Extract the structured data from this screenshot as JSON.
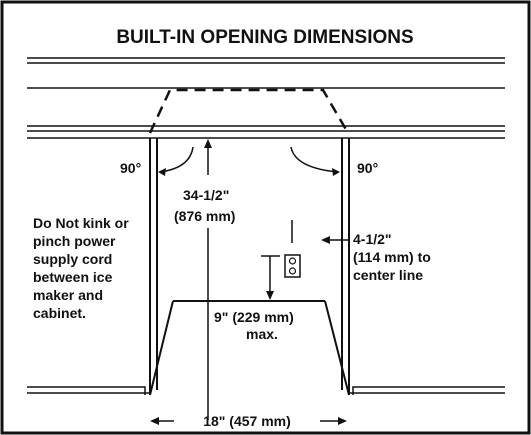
{
  "title": "BUILT-IN OPENING DIMENSIONS",
  "labels": {
    "angle_left": "90°",
    "angle_right": "90°",
    "height_imperial": "34-1/2\"",
    "height_metric": "(876 mm)",
    "warning": [
      "Do Not kink or",
      "pinch power",
      "supply cord",
      "between ice",
      "maker and",
      "cabinet."
    ],
    "outlet_offset": [
      "4-1/2\"",
      "(114 mm) to",
      "center line"
    ],
    "outlet_height": [
      "9\" (229 mm)",
      "max."
    ],
    "width": "18\" (457 mm)"
  },
  "colors": {
    "line": "#111111",
    "background": "#ffffff"
  }
}
